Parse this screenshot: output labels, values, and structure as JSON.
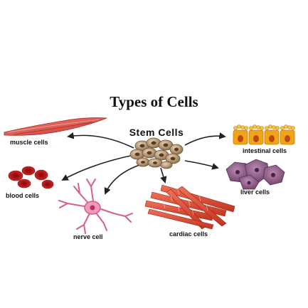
{
  "title": "Types of Cells",
  "center": {
    "label": "Stem Cells"
  },
  "cells": {
    "muscle": "muscle cells",
    "blood": "blood cells",
    "nerve": "nerve cell",
    "cardiac": "cardiac cells",
    "liver": "liver cells",
    "intestinal": "intestinal cells"
  },
  "colors": {
    "stem": "#b89a74",
    "muscle": "#d9443a",
    "blood": "#c51f1f",
    "nerve": "#e87aa0",
    "cardiac": "#d6452f",
    "liver": "#8a5a82",
    "intestinal": "#f0a418",
    "arrow": "#222222"
  }
}
